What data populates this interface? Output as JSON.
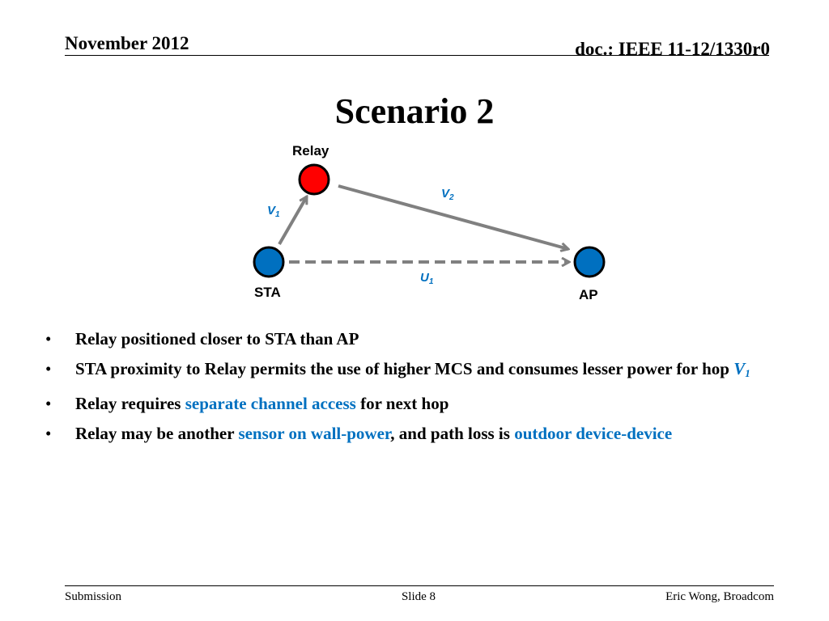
{
  "header": {
    "date": "November 2012",
    "doc": "doc.: IEEE 11-12/1330r0"
  },
  "title": "Scenario 2",
  "diagram": {
    "nodes": [
      {
        "id": "relay",
        "label": "Relay",
        "color": "#ff0000"
      },
      {
        "id": "sta",
        "label": "STA",
        "color": "#0070c0"
      },
      {
        "id": "ap",
        "label": "AP",
        "color": "#0070c0"
      }
    ],
    "links": {
      "v1": {
        "base": "V",
        "sub": "1"
      },
      "v2": {
        "base": "V",
        "sub": "2"
      },
      "u1": {
        "base": "U",
        "sub": "1"
      }
    },
    "arrow_color": "#808080",
    "label_color": "#0070c0"
  },
  "bullets": [
    {
      "text": "Relay positioned closer to STA than AP"
    },
    {
      "pre": "STA proximity to Relay permits the use of higher MCS and consumes lesser power for hop ",
      "hop_base": "V",
      "hop_sub": "1"
    },
    {
      "pre": "Relay requires ",
      "highlight": "separate channel access",
      "post": " for next hop"
    },
    {
      "pre": "Relay may be another ",
      "highlight1": "sensor on wall-power",
      "mid": ", and path loss is ",
      "highlight2": "outdoor device-device"
    }
  ],
  "footer": {
    "left": "Submission",
    "center": "Slide 8",
    "right": "Eric Wong, Broadcom"
  }
}
